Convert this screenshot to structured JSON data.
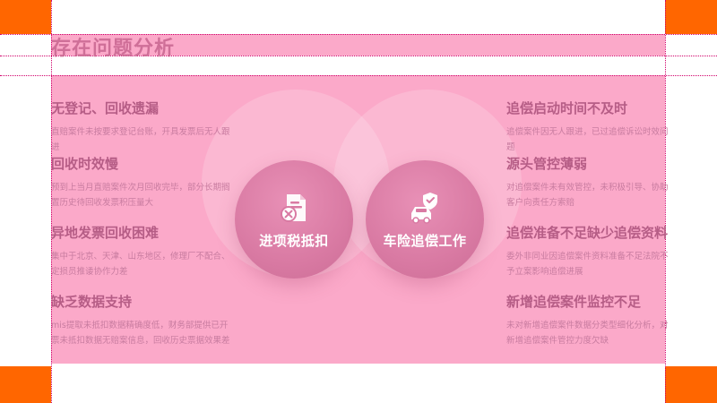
{
  "title": "存在问题分析",
  "left_items": [
    {
      "heading": "无登记、回收遗漏",
      "desc": "直赔案件未按要求登记台账，开具发票后无人跟进"
    },
    {
      "heading": "回收时效慢",
      "desc": "预到上当月直赔案件次月回收完毕，部分长期搁置历史待回收发票积压量大"
    },
    {
      "heading": "异地发票回收困难",
      "desc": "集中于北京、天津、山东地区，修理厂不配合、定损员推诿协作力差"
    },
    {
      "heading": "缺乏数据支持",
      "desc": "mis提取未抵扣数据精确度低，财务部提供已开票未抵扣数据无赔案信息，回收历史票据效果差"
    }
  ],
  "right_items": [
    {
      "heading": "追偿启动时间不及时",
      "desc": "追偿案件因无人跟进，已过追偿诉讼时效问题"
    },
    {
      "heading": "源头管控薄弱",
      "desc": "对追偿案件未有效管控，未积极引导、协助客户向责任方索赔"
    },
    {
      "heading": "追偿准备不足缺少追偿资料",
      "desc": "委外非同业因追偿案件资料准备不足法院不予立案影响追偿进展"
    },
    {
      "heading": "新增追偿案件监控不足",
      "desc": "未对新增追偿案件数据分类型细化分析，对新增追偿案件管控力度欠缺"
    }
  ],
  "center": {
    "left_label": "进项税抵扣",
    "right_label": "车险追偿工作"
  },
  "icons": {
    "left": "invoice-tax-icon",
    "right": "car-shield-icon"
  },
  "colors": {
    "corner": "#ff6600",
    "highlight": "#fba9c9",
    "circle": "#d97aa3",
    "heading": "#b65d86"
  }
}
